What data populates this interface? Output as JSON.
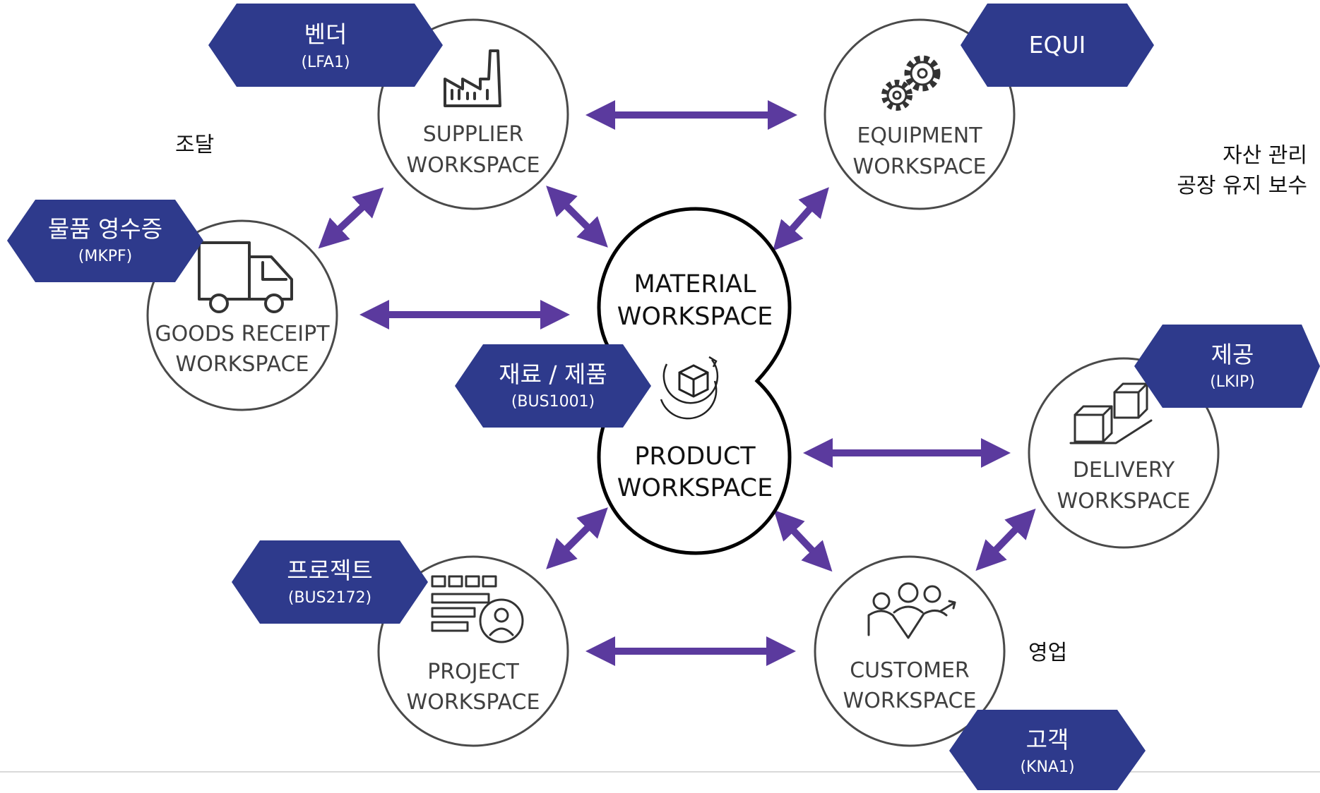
{
  "colors": {
    "tag_fill": "#2E3A8C",
    "arrow": "#5B3A9E",
    "circle_stroke": "#4a4a4a",
    "divider": "#d9d9d9"
  },
  "center": {
    "top_line1": "MATERIAL",
    "top_line2": "WORKSPACE",
    "bottom_line1": "PRODUCT",
    "bottom_line2": "WORKSPACE",
    "icon": "cube-cycle-icon"
  },
  "workspaces": {
    "supplier": {
      "line1": "SUPPLIER",
      "line2": "WORKSPACE",
      "icon": "factory-icon"
    },
    "equipment": {
      "line1": "EQUIPMENT",
      "line2": "WORKSPACE",
      "icon": "gears-icon"
    },
    "goods_receipt": {
      "line1": "GOODS RECEIPT",
      "line2": "WORKSPACE",
      "icon": "truck-icon"
    },
    "delivery": {
      "line1": "DELIVERY",
      "line2": "WORKSPACE",
      "icon": "boxes-icon"
    },
    "project": {
      "line1": "PROJECT",
      "line2": "WORKSPACE",
      "icon": "project-board-icon"
    },
    "customer": {
      "line1": "CUSTOMER",
      "line2": "WORKSPACE",
      "icon": "people-icon"
    }
  },
  "tags": {
    "vendor": {
      "title": "벤더",
      "code": "(LFA1)"
    },
    "equi": {
      "title": "EQUI",
      "code": ""
    },
    "goods_receipt": {
      "title": "물품 영수증",
      "code": "(MKPF)"
    },
    "material": {
      "title": "재료 / 제품",
      "code": "(BUS1001)"
    },
    "delivery": {
      "title": "제공",
      "code": "(LKIP)"
    },
    "project": {
      "title": "프로젝트",
      "code": "(BUS2172)"
    },
    "customer": {
      "title": "고객",
      "code": "(KNA1)"
    }
  },
  "domains": {
    "procurement": "조달",
    "asset_line1": "자산 관리",
    "asset_line2": "공장 유지 보수",
    "sales": "영업"
  }
}
